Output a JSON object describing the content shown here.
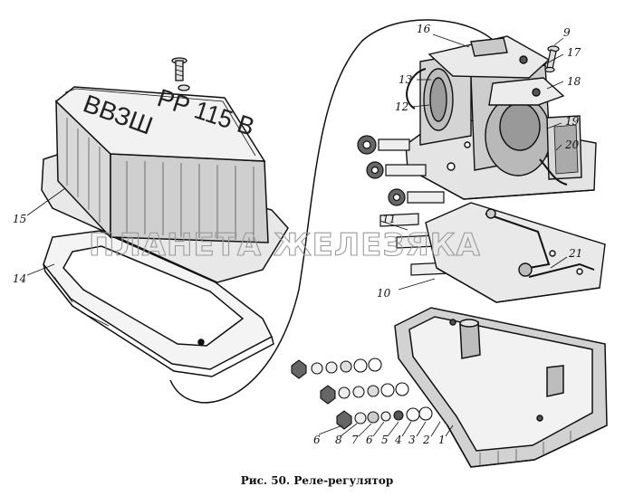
{
  "figure": {
    "caption": "Рис. 50. Реле-регулятор",
    "watermark": "ПЛАНЕТА ЖЕЛЕЗЯКА",
    "cover_marking_top": "РР 115 В",
    "cover_marking_side": "ВВЗШ"
  },
  "callouts": {
    "c1": "1",
    "c2": "2",
    "c3": "3",
    "c4": "4",
    "c5": "5",
    "c6a": "6",
    "c6b": "6",
    "c7": "7",
    "c8": "8",
    "c9": "9",
    "c10": "10",
    "c11": "11",
    "c12": "12",
    "c13": "13",
    "c14": "14",
    "c15": "15",
    "c16": "16",
    "c17": "17",
    "c18": "18",
    "c19": "19",
    "c20": "20",
    "c21": "21"
  }
}
